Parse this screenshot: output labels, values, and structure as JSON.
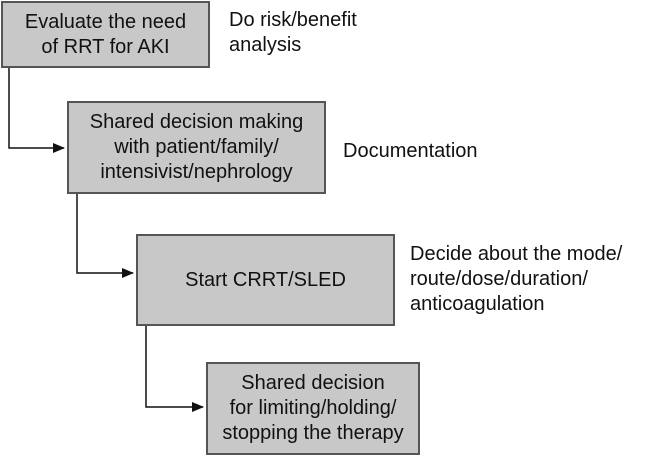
{
  "steps": [
    {
      "box_text": "Evaluate the need\nof RRT for AKI",
      "note_text": "Do risk/benefit\nanalysis"
    },
    {
      "box_text": "Shared decision making\nwith patient/family/\nintensivist/nephrology",
      "note_text": "Documentation"
    },
    {
      "box_text": "Start CRRT/SLED",
      "note_text": "Decide about the mode/\nroute/dose/duration/\nanticoagulation"
    },
    {
      "box_text": "Shared decision\nfor limiting/holding/\nstopping the therapy",
      "note_text": ""
    }
  ],
  "colors": {
    "box_fill": "#c8c8c8",
    "box_border": "#555555",
    "connector": "#111111"
  }
}
